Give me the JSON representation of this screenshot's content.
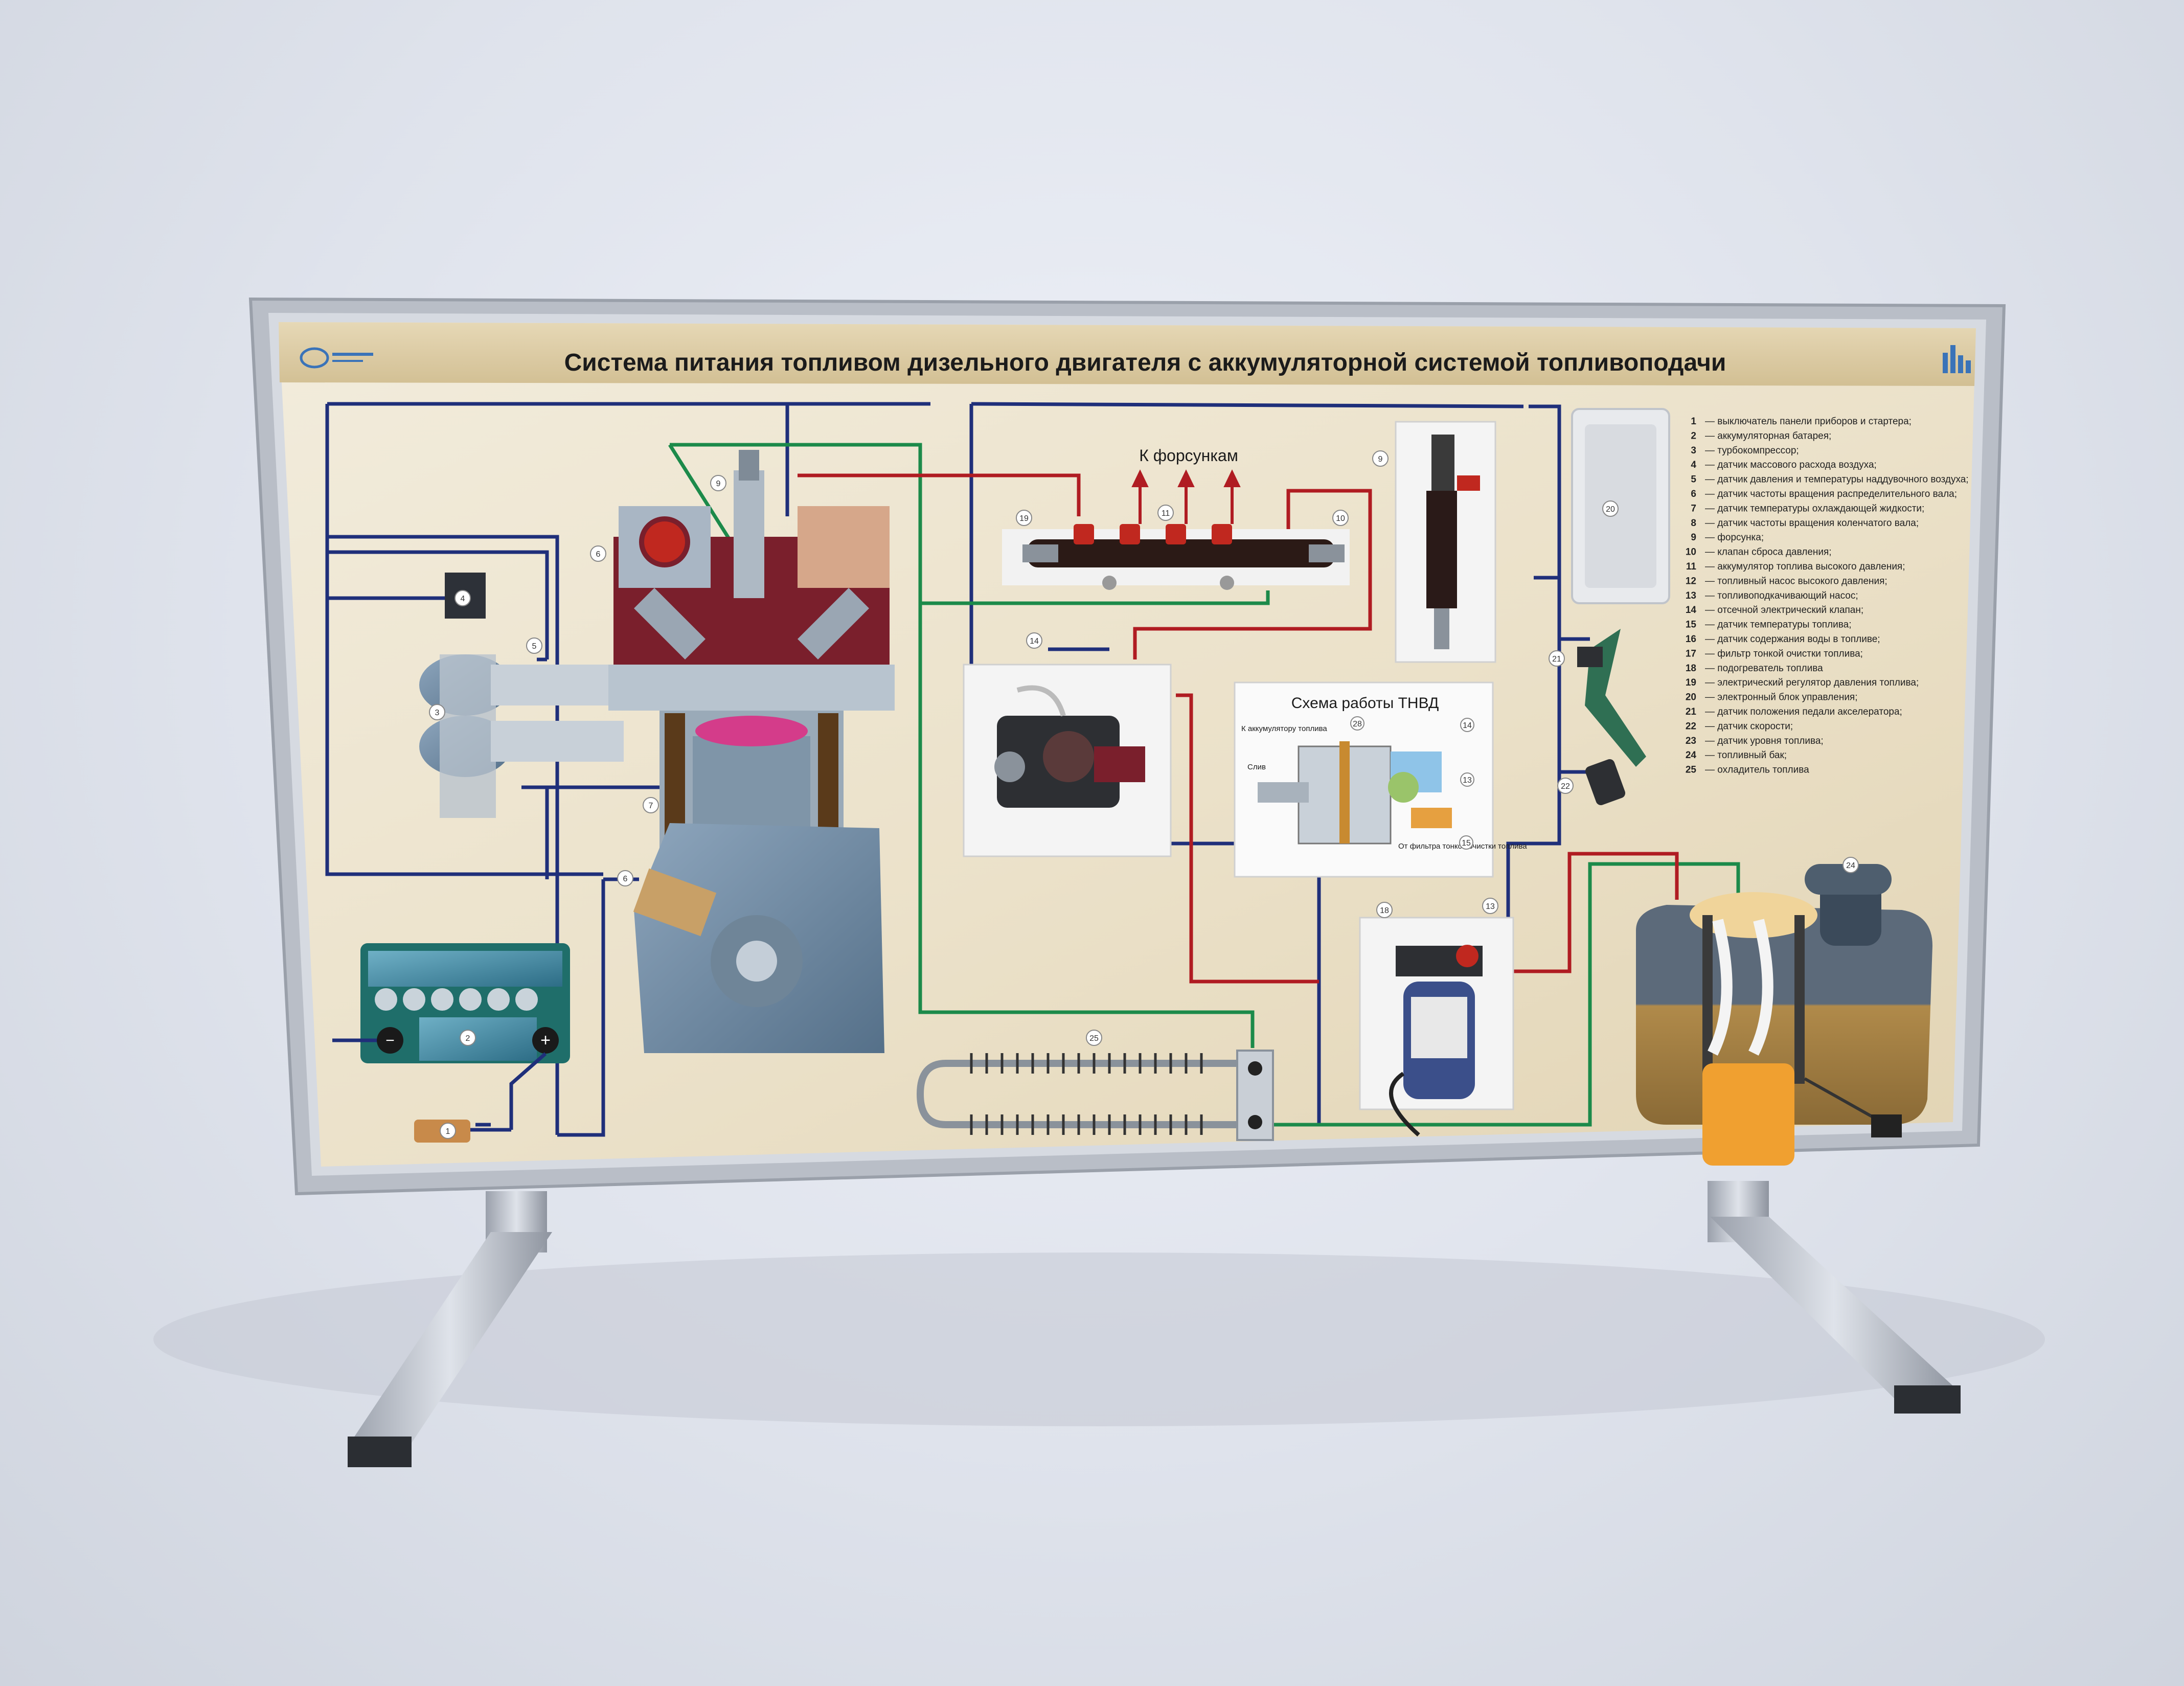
{
  "board": {
    "title": "Система питания топливом дизельного двигателя с аккумуляторной системой топливоподачи",
    "rail_label": "К форсункам",
    "pump_scheme_title": "Схема работы ТНВД",
    "pump_scheme_labels": {
      "to_accumulator": "К аккумулятору топлива",
      "drain": "Слив",
      "from_filter": "От фильтра тонкой очистки топлива"
    }
  },
  "legend": [
    {
      "num": "1",
      "text": "выключатель панели приборов и стартера;"
    },
    {
      "num": "2",
      "text": "аккумуляторная батарея;"
    },
    {
      "num": "3",
      "text": "турбокомпрессор;"
    },
    {
      "num": "4",
      "text": "датчик массового расхода воздуха;"
    },
    {
      "num": "5",
      "text": "датчик давления и температуры наддувочного воздуха;"
    },
    {
      "num": "6",
      "text": "датчик частоты вращения распределительного вала;"
    },
    {
      "num": "7",
      "text": "датчик температуры охлаждающей жидкости;"
    },
    {
      "num": "8",
      "text": "датчик частоты вращения коленчатого вала;"
    },
    {
      "num": "9",
      "text": "форсунка;"
    },
    {
      "num": "10",
      "text": "клапан сброса давления;"
    },
    {
      "num": "11",
      "text": "аккумулятор топлива высокого давления;"
    },
    {
      "num": "12",
      "text": "топливный насос высокого давления;"
    },
    {
      "num": "13",
      "text": "топливоподкачивающий насос;"
    },
    {
      "num": "14",
      "text": "отсечной электрический клапан;"
    },
    {
      "num": "15",
      "text": "датчик температуры топлива;"
    },
    {
      "num": "16",
      "text": "датчик содержания воды в топливе;"
    },
    {
      "num": "17",
      "text": "фильтр тонкой очистки топлива;"
    },
    {
      "num": "18",
      "text": "подогреватель топлива"
    },
    {
      "num": "19",
      "text": "электрический регулятор давления топлива;"
    },
    {
      "num": "20",
      "text": "электронный блок управления;"
    },
    {
      "num": "21",
      "text": "датчик положения педали акселератора;"
    },
    {
      "num": "22",
      "text": "датчик скорости;"
    },
    {
      "num": "23",
      "text": "датчик уровня топлива;"
    },
    {
      "num": "24",
      "text": "топливный бак;"
    },
    {
      "num": "25",
      "text": "охладитель топлива"
    }
  ],
  "badges": {
    "b1": "1",
    "b2": "2",
    "b3": "3",
    "b4": "4",
    "b5": "5",
    "b6": "6",
    "b6b": "6",
    "b7": "7",
    "b9": "9",
    "b9b": "9",
    "b10": "10",
    "b11": "11",
    "b13": "13",
    "b14": "14",
    "b18": "18",
    "b19": "19",
    "b20": "20",
    "b21": "21",
    "b22": "22",
    "b24": "24",
    "b25": "25",
    "s13": "13",
    "s14": "14",
    "s15": "15",
    "s28": "28"
  },
  "battery_terminals": {
    "minus": "−",
    "plus": "+"
  },
  "colors": {
    "wire_blue": "#1f2f7a",
    "line_green": "#1c8a4a",
    "line_red": "#b01c22",
    "frame": "#b9bec7",
    "board_bg": "#efe7d5",
    "title_band": "#d9c9a3"
  }
}
